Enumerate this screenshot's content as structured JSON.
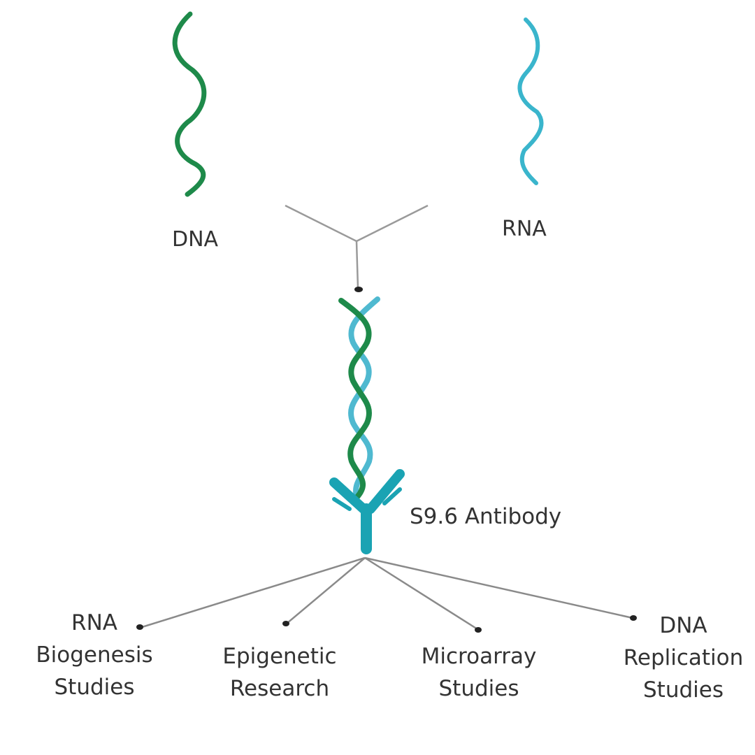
{
  "diagram": {
    "inputs": [
      {
        "id": "dna",
        "label": "DNA",
        "color": "#1e8a4a"
      },
      {
        "id": "rna",
        "label": "RNA",
        "color": "#3ab5cc"
      }
    ],
    "hybrid": {
      "description": "DNA:RNA hybrid double helix",
      "colors": [
        "#1e8a4a",
        "#3ab5cc"
      ]
    },
    "antibody": {
      "label": "S9.6 Antibody",
      "color": "#1aa3b3"
    },
    "applications": [
      {
        "lines": [
          "RNA",
          "Biogenesis",
          "Studies"
        ]
      },
      {
        "lines": [
          "Epigenetic",
          "Research"
        ]
      },
      {
        "lines": [
          "Microarray",
          "Studies"
        ]
      },
      {
        "lines": [
          "DNA",
          "Replication",
          "Studies"
        ]
      }
    ],
    "arrow_color": "#8a8a8a"
  }
}
